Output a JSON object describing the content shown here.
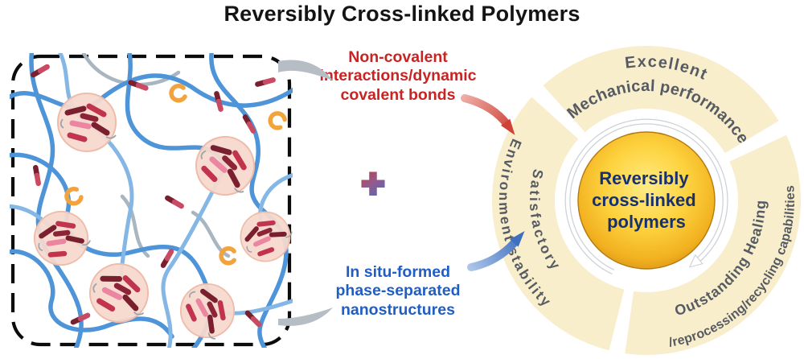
{
  "title": "Reversibly Cross-linked Polymers",
  "inputs": {
    "crosslink_label_lines": [
      "Non-covalent",
      "interactions/dynamic",
      "covalent bonds"
    ],
    "plus_sign": "+",
    "nanostructure_label_lines": [
      "In situ-formed",
      "phase-separated",
      "nanostructures"
    ]
  },
  "wheel": {
    "center_lines": [
      "Reversibly",
      "cross-linked",
      "polymers"
    ],
    "top_segment": {
      "primary": "Excellent",
      "secondary": "Mechanical performance"
    },
    "left_segment": {
      "primary": "Satisfactory",
      "secondary": "Environment stability"
    },
    "right_segment": {
      "primary": "Outstanding Healing",
      "secondary": "/reprocessing/recycling capabilities"
    }
  },
  "colors": {
    "title_text": "#141414",
    "crosslink_label": "#c82424",
    "nanostructure_label": "#1f5ec4",
    "segment_fill": "#f8eecb",
    "segment_text": "#565b63",
    "center_ball_gold": "#f6c12c",
    "center_text_navy": "#17306f",
    "polymer_chain_blue": "#4e94d8",
    "nanodomain_pink": "#f7d9cd",
    "rod_dark_red": "#7a1f2e",
    "rod_crimson": "#c2334d",
    "orange_linker": "#f2a33c"
  }
}
